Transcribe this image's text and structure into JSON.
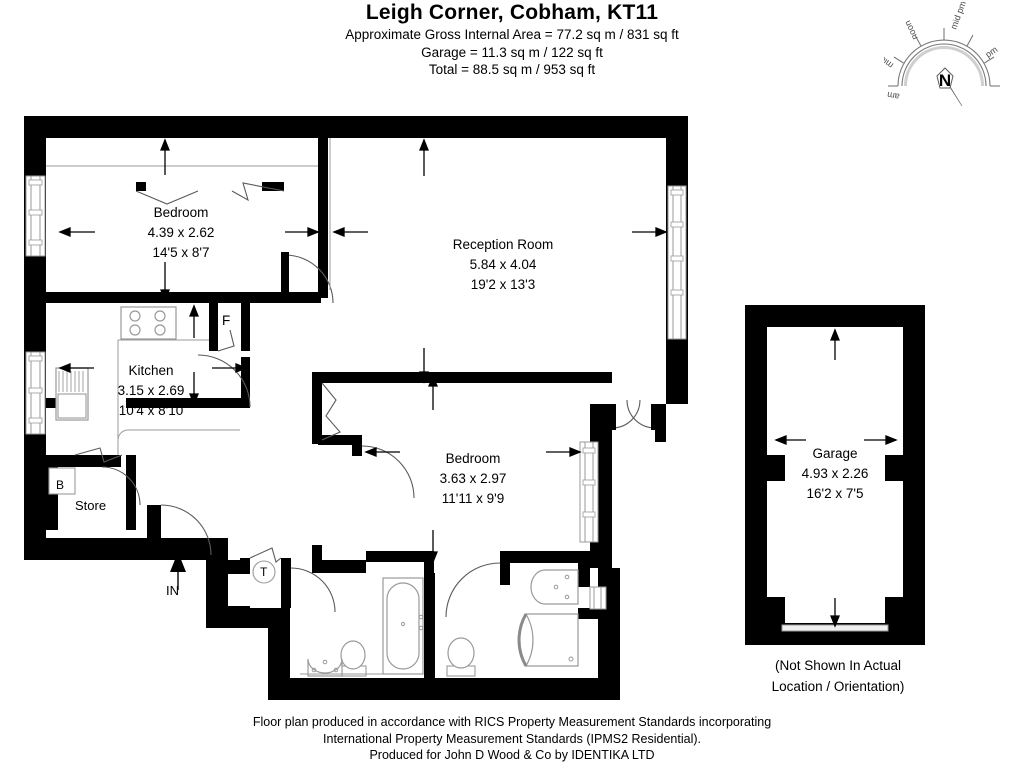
{
  "header": {
    "title": "Leigh Corner, Cobham, KT11",
    "area_lines": [
      "Approximate Gross Internal Area = 77.2 sq m / 831 sq ft",
      "Garage = 11.3 sq m / 122 sq ft",
      "Total = 88.5 sq m / 953 sq ft"
    ]
  },
  "compass": {
    "center_letter": "N",
    "ticks": [
      "am",
      "mid am",
      "noon",
      "mid pm",
      "pm"
    ]
  },
  "rooms": [
    {
      "name": "Bedroom",
      "metric": "4.39 x 2.62",
      "imperial": "14'5 x 8'7"
    },
    {
      "name": "Reception Room",
      "metric": "5.84 x 4.04",
      "imperial": "19'2 x 13'3"
    },
    {
      "name": "Kitchen",
      "metric": "3.15 x 2.69",
      "imperial": "10'4 x 8'10"
    },
    {
      "name": "Bedroom",
      "metric": "3.63 x 2.97",
      "imperial": "11'11 x 9'9"
    },
    {
      "name": "Garage",
      "metric": "4.93 x 2.26",
      "imperial": "16'2 x 7'5"
    }
  ],
  "markers": {
    "store": "Store",
    "boiler": "B",
    "fridge": "F",
    "tank": "T",
    "entrance": "IN"
  },
  "garage_note": [
    "(Not Shown In Actual",
    "Location / Orientation)"
  ],
  "footer": [
    "Floor plan produced in accordance with RICS Property Measurement Standards incorporating",
    "International Property Measurement Standards (IPMS2 Residential).",
    "Produced for John D Wood & Co by IDENTIKA LTD"
  ],
  "colors": {
    "wall": "#000000",
    "thin_line": "#8a8a8a",
    "fixture": "#9a9a9a",
    "background": "#ffffff"
  }
}
